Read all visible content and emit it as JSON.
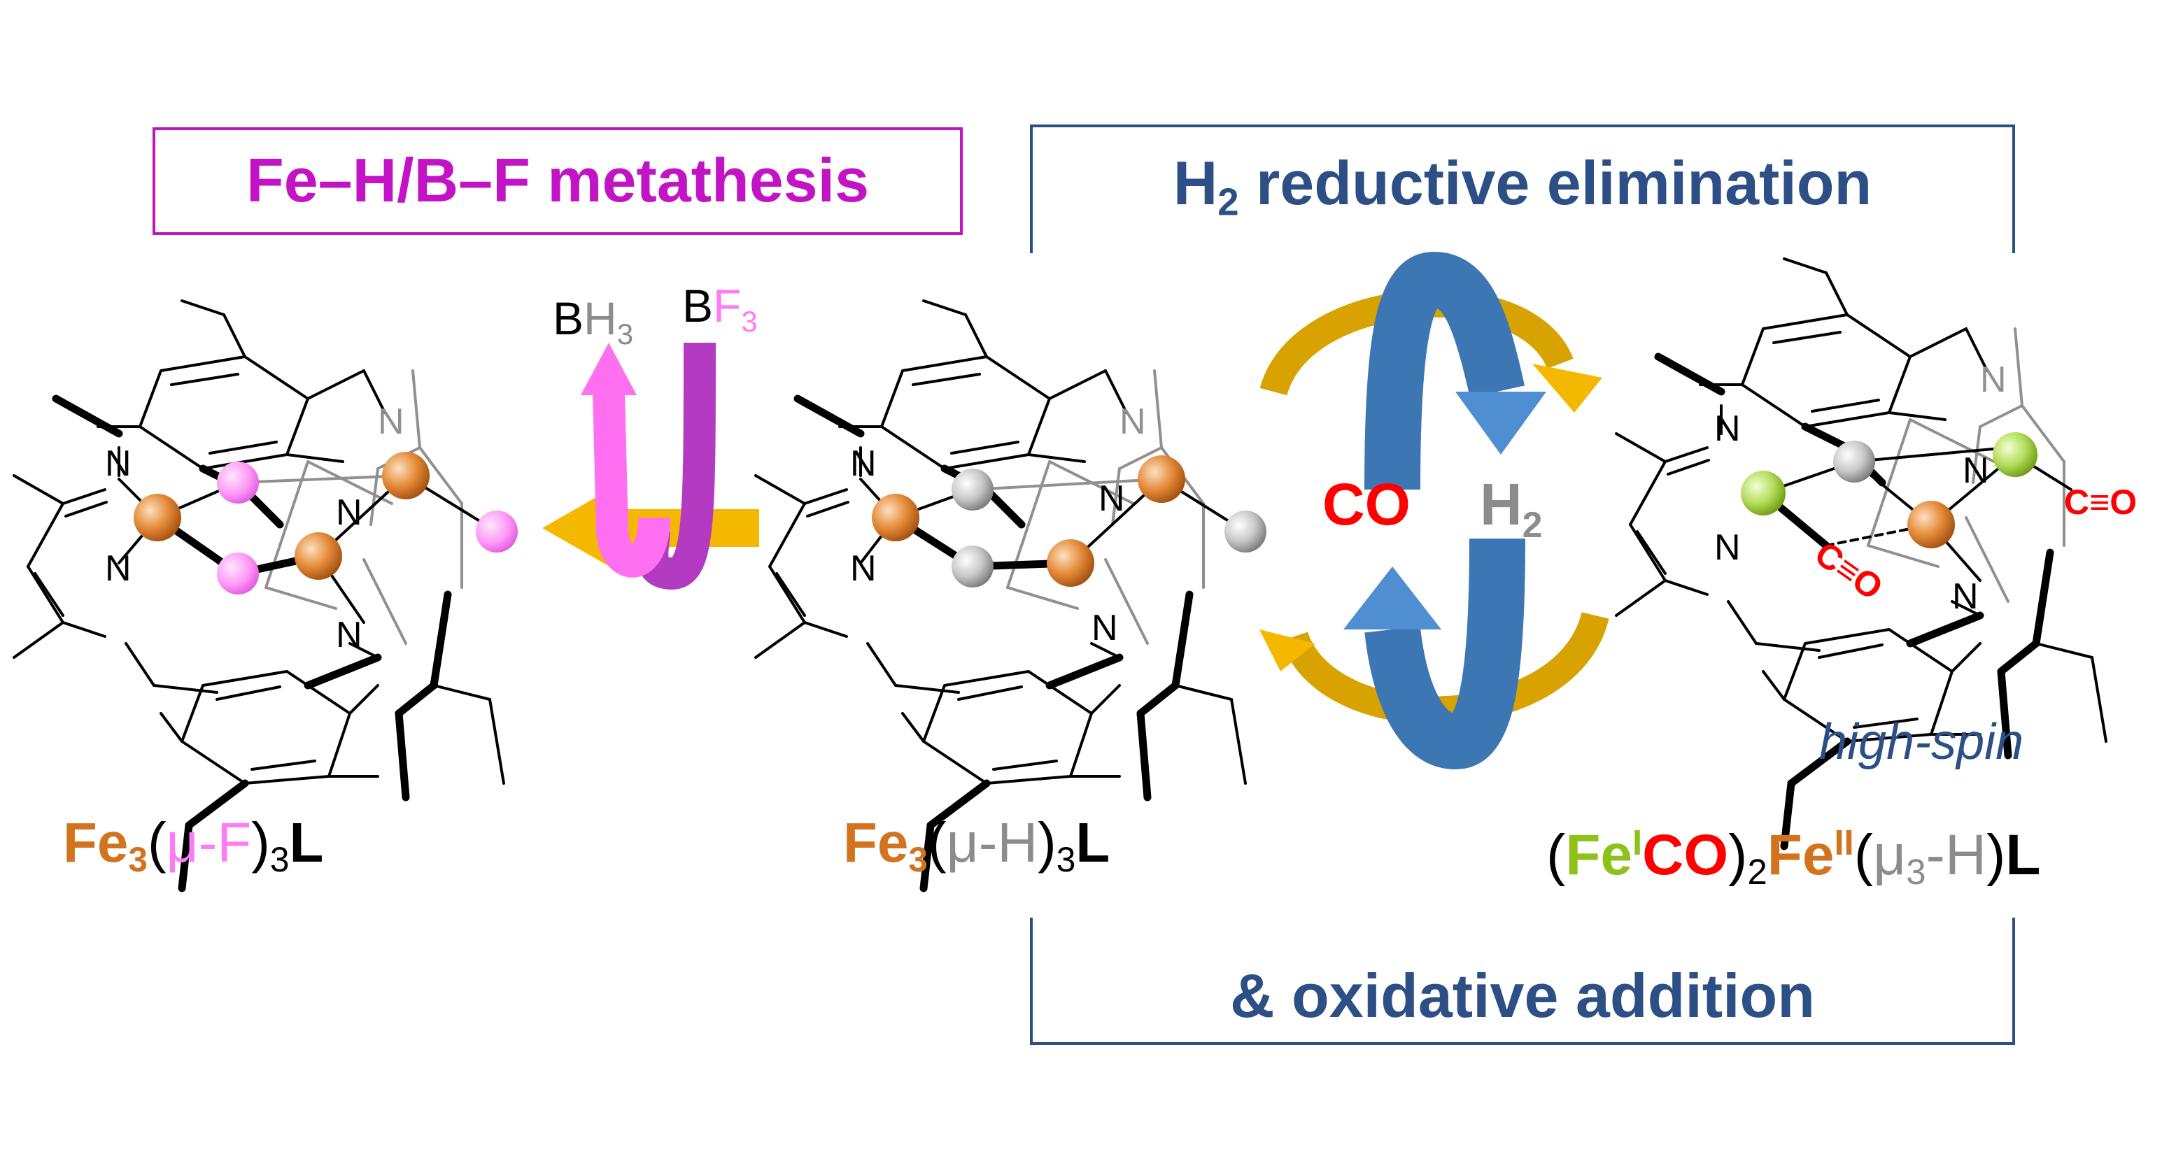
{
  "boxes": {
    "metathesis": "Fe–H/B–F metathesis",
    "h2_prefix": "H",
    "h2_sub": "2",
    "h2_suffix": " reductive elimination",
    "oxidative": "& oxidative addition"
  },
  "reagents": {
    "bh3_b": "B",
    "bh3_h": "H",
    "bh3_sub": "3",
    "bf3_b": "B",
    "bf3_f": "F",
    "bf3_sub": "3"
  },
  "cycle": {
    "co": "CO",
    "h2": "H",
    "h2_sub": "2"
  },
  "annotation": {
    "high_spin": "high-spin",
    "co_glyph": "C≡O",
    "n_atom": "N"
  },
  "compounds": {
    "left": {
      "fe": "Fe",
      "fe_sub": "3",
      "open": "(",
      "mu": "μ-F",
      "close": ")",
      "sub": "3",
      "L": "L"
    },
    "mid": {
      "fe": "Fe",
      "fe_sub": "3",
      "open": "(",
      "mu": "μ-H",
      "close": ")",
      "sub": "3",
      "L": "L"
    },
    "right": {
      "open": "(",
      "fe1": "Fe",
      "fe1_sup": "I",
      "co": "CO",
      "close1": ")",
      "sub2": "2",
      "fe2": "Fe",
      "fe2_sup": "II",
      "open2": "(",
      "mu": "μ",
      "mu_sub": "3",
      "mu_h": "-H",
      "close2": ")",
      "L": "L"
    }
  },
  "colors": {
    "magenta": "#c213c4",
    "navy": "#2c4f86",
    "orange_fe": "#d2731e",
    "pink_f": "#ff7af5",
    "gray_h": "#8c8c8c",
    "red_co": "#ff0000",
    "green_fe1": "#8ec21b",
    "gold_arrow": "#f5b800",
    "blue_arrow": "#4f8ed0"
  }
}
